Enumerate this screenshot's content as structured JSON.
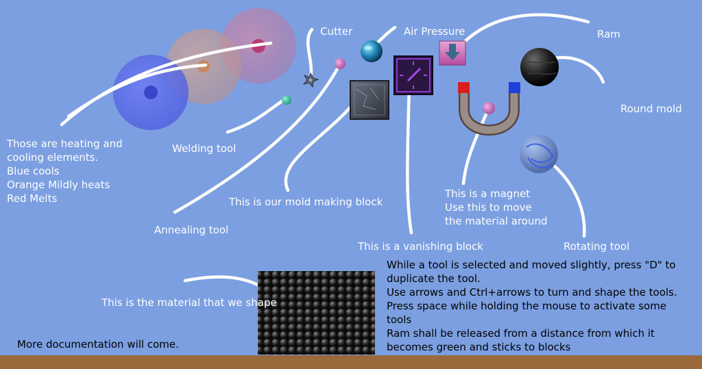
{
  "labels": {
    "heating": {
      "lines": [
        "Those are heating and",
        "cooling elements.",
        "Blue cools",
        "Orange Mildly heats",
        "Red Melts"
      ]
    },
    "cutter": "Cutter",
    "air_pressure": "Air Pressure",
    "ram": "Ram",
    "round_mold": "Round mold",
    "welding_tool": "Welding tool",
    "annealing_tool": "Annealing tool",
    "mold_block": "This is our mold making block",
    "magnet": {
      "lines": [
        "This is a magnet",
        "Use this to move",
        "the material around"
      ]
    },
    "vanishing_block": "This is a vanishing block",
    "rotating_tool": "Rotating tool",
    "material": "This is the material that we shape",
    "more_docs": "More documentation will come."
  },
  "instructions": {
    "lines": [
      "While a tool is selected and moved slightly, press \"D\" to",
      "duplicate the tool.",
      "Use arrows and Ctrl+arrows to turn and shape the tools.",
      "Press space while holding the mouse to activate some",
      "tools",
      "Ram shall be released from a distance from which it",
      "becomes green and sticks to blocks"
    ]
  },
  "colors": {
    "background": "#7b9fe0",
    "ground": "#9a6a3c",
    "cool_element": "#5b6fe8",
    "mild_heat_element": "#c7988a",
    "melt_element": "#c77fa8",
    "magnet_body": "#8a7f7a",
    "magnet_pole_red": "#d81e1e",
    "magnet_pole_blue": "#1e3fd8"
  },
  "icons": {
    "cutter": "shuriken-icon",
    "air_pressure": "blue-orb-icon",
    "ram": "down-arrow-block-icon",
    "round_mold": "black-sphere-icon",
    "rotating_tool": "swirl-sphere-icon",
    "vanishing_block": "clock-block-icon",
    "mold_block": "stone-block-icon",
    "magnet": "horseshoe-magnet-icon",
    "welding_tool": "teal-ball-icon",
    "annealing_tool": "pink-ball-icon"
  }
}
